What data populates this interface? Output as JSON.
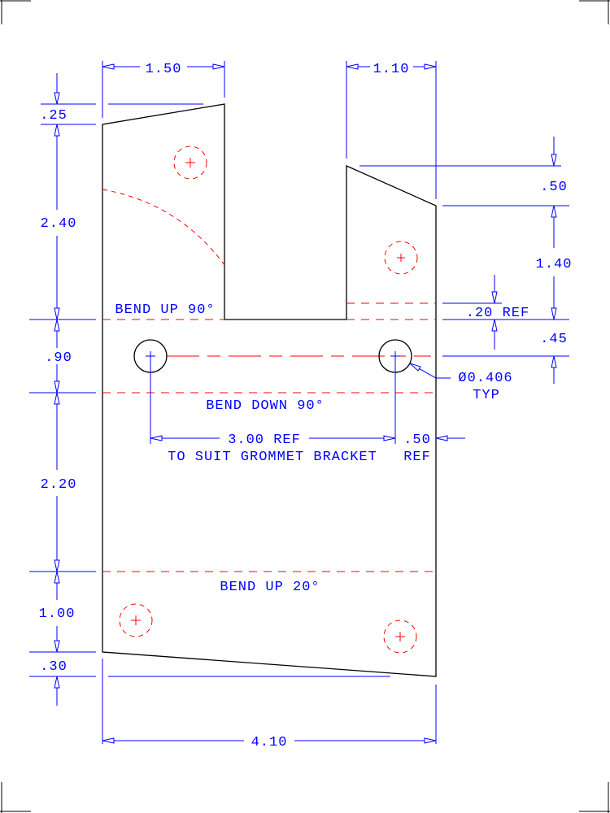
{
  "drawing": {
    "dimensions": {
      "top_left_width": "1.50",
      "top_right_width": "1.10",
      "left_taper": ".25",
      "left_tab_height": "2.40",
      "hole_band": ".90",
      "middle_height": "2.20",
      "bottom_height": "1.00",
      "bottom_taper": ".30",
      "overall_width": "4.10",
      "right_taper": ".50",
      "right_tab_height": "1.40",
      "step_ref": ".20 REF",
      "hole_offset": ".45",
      "hole_spacing": "3.00 REF",
      "hole_spacing_note": "TO SUIT GROMMET BRACKET",
      "edge_offset": ".50",
      "edge_offset_ref": "REF",
      "hole_diameter": "Ø0.406",
      "hole_diameter_note": "TYP"
    },
    "bend_notes": {
      "bend_1": "BEND UP 90°",
      "bend_2": "BEND DOWN 90°",
      "bend_3": "BEND UP 20°"
    },
    "colors": {
      "dimension": "#0000ff",
      "outline": "#000000",
      "hidden": "#ff0000"
    }
  }
}
